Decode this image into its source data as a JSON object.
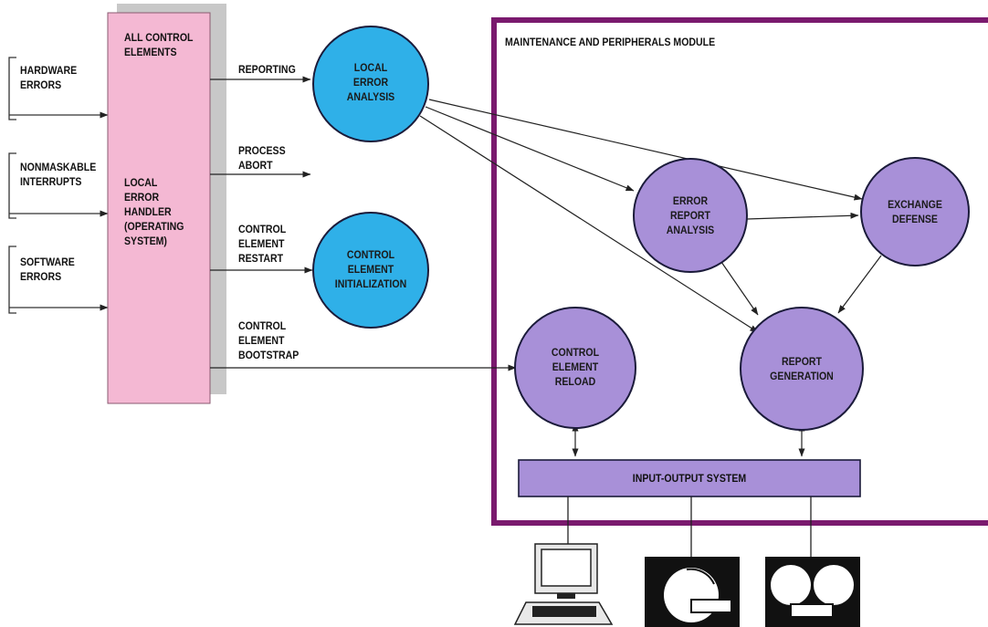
{
  "inputs": {
    "hardware_errors": "HARDWARE\nERRORS",
    "nonmaskable_interrupts": "NONMASKABLE\nINTERRUPTS",
    "software_errors": "SOFTWARE\nERRORS"
  },
  "handler_box": {
    "top_label": "ALL CONTROL\nELEMENTS",
    "main_label": "LOCAL\nERROR\nHANDLER\n(OPERATING\nSYSTEM)"
  },
  "edge_labels": {
    "reporting": "REPORTING",
    "process_abort": "PROCESS\nABORT",
    "control_element_restart": "CONTROL\nELEMENT\nRESTART",
    "control_element_bootstrap": "CONTROL\nELEMENT\nBOOTSTRAP"
  },
  "nodes": {
    "local_error_analysis": "LOCAL\nERROR\nANALYSIS",
    "control_element_initialization": "CONTROL\nELEMENT\nINITIALIZATION",
    "error_report_analysis": "ERROR\nREPORT\nANALYSIS",
    "exchange_defense": "EXCHANGE\nDEFENSE",
    "control_element_reload": "CONTROL\nELEMENT\nRELOAD",
    "report_generation": "REPORT\nGENERATION"
  },
  "module": {
    "title": "MAINTENANCE AND PERIPHERALS MODULE",
    "io_system": "INPUT-OUTPUT SYSTEM"
  },
  "colors": {
    "handler_fill": "#f4b8d3",
    "handler_shadow": "#c8c8c8",
    "blue_node": "#2fb0e8",
    "purple_node": "#a890d8",
    "module_border": "#7a1a6e",
    "io_fill": "#a890d8"
  },
  "icons": [
    "computer-terminal-icon",
    "disk-drive-icon",
    "tape-drive-icon"
  ]
}
